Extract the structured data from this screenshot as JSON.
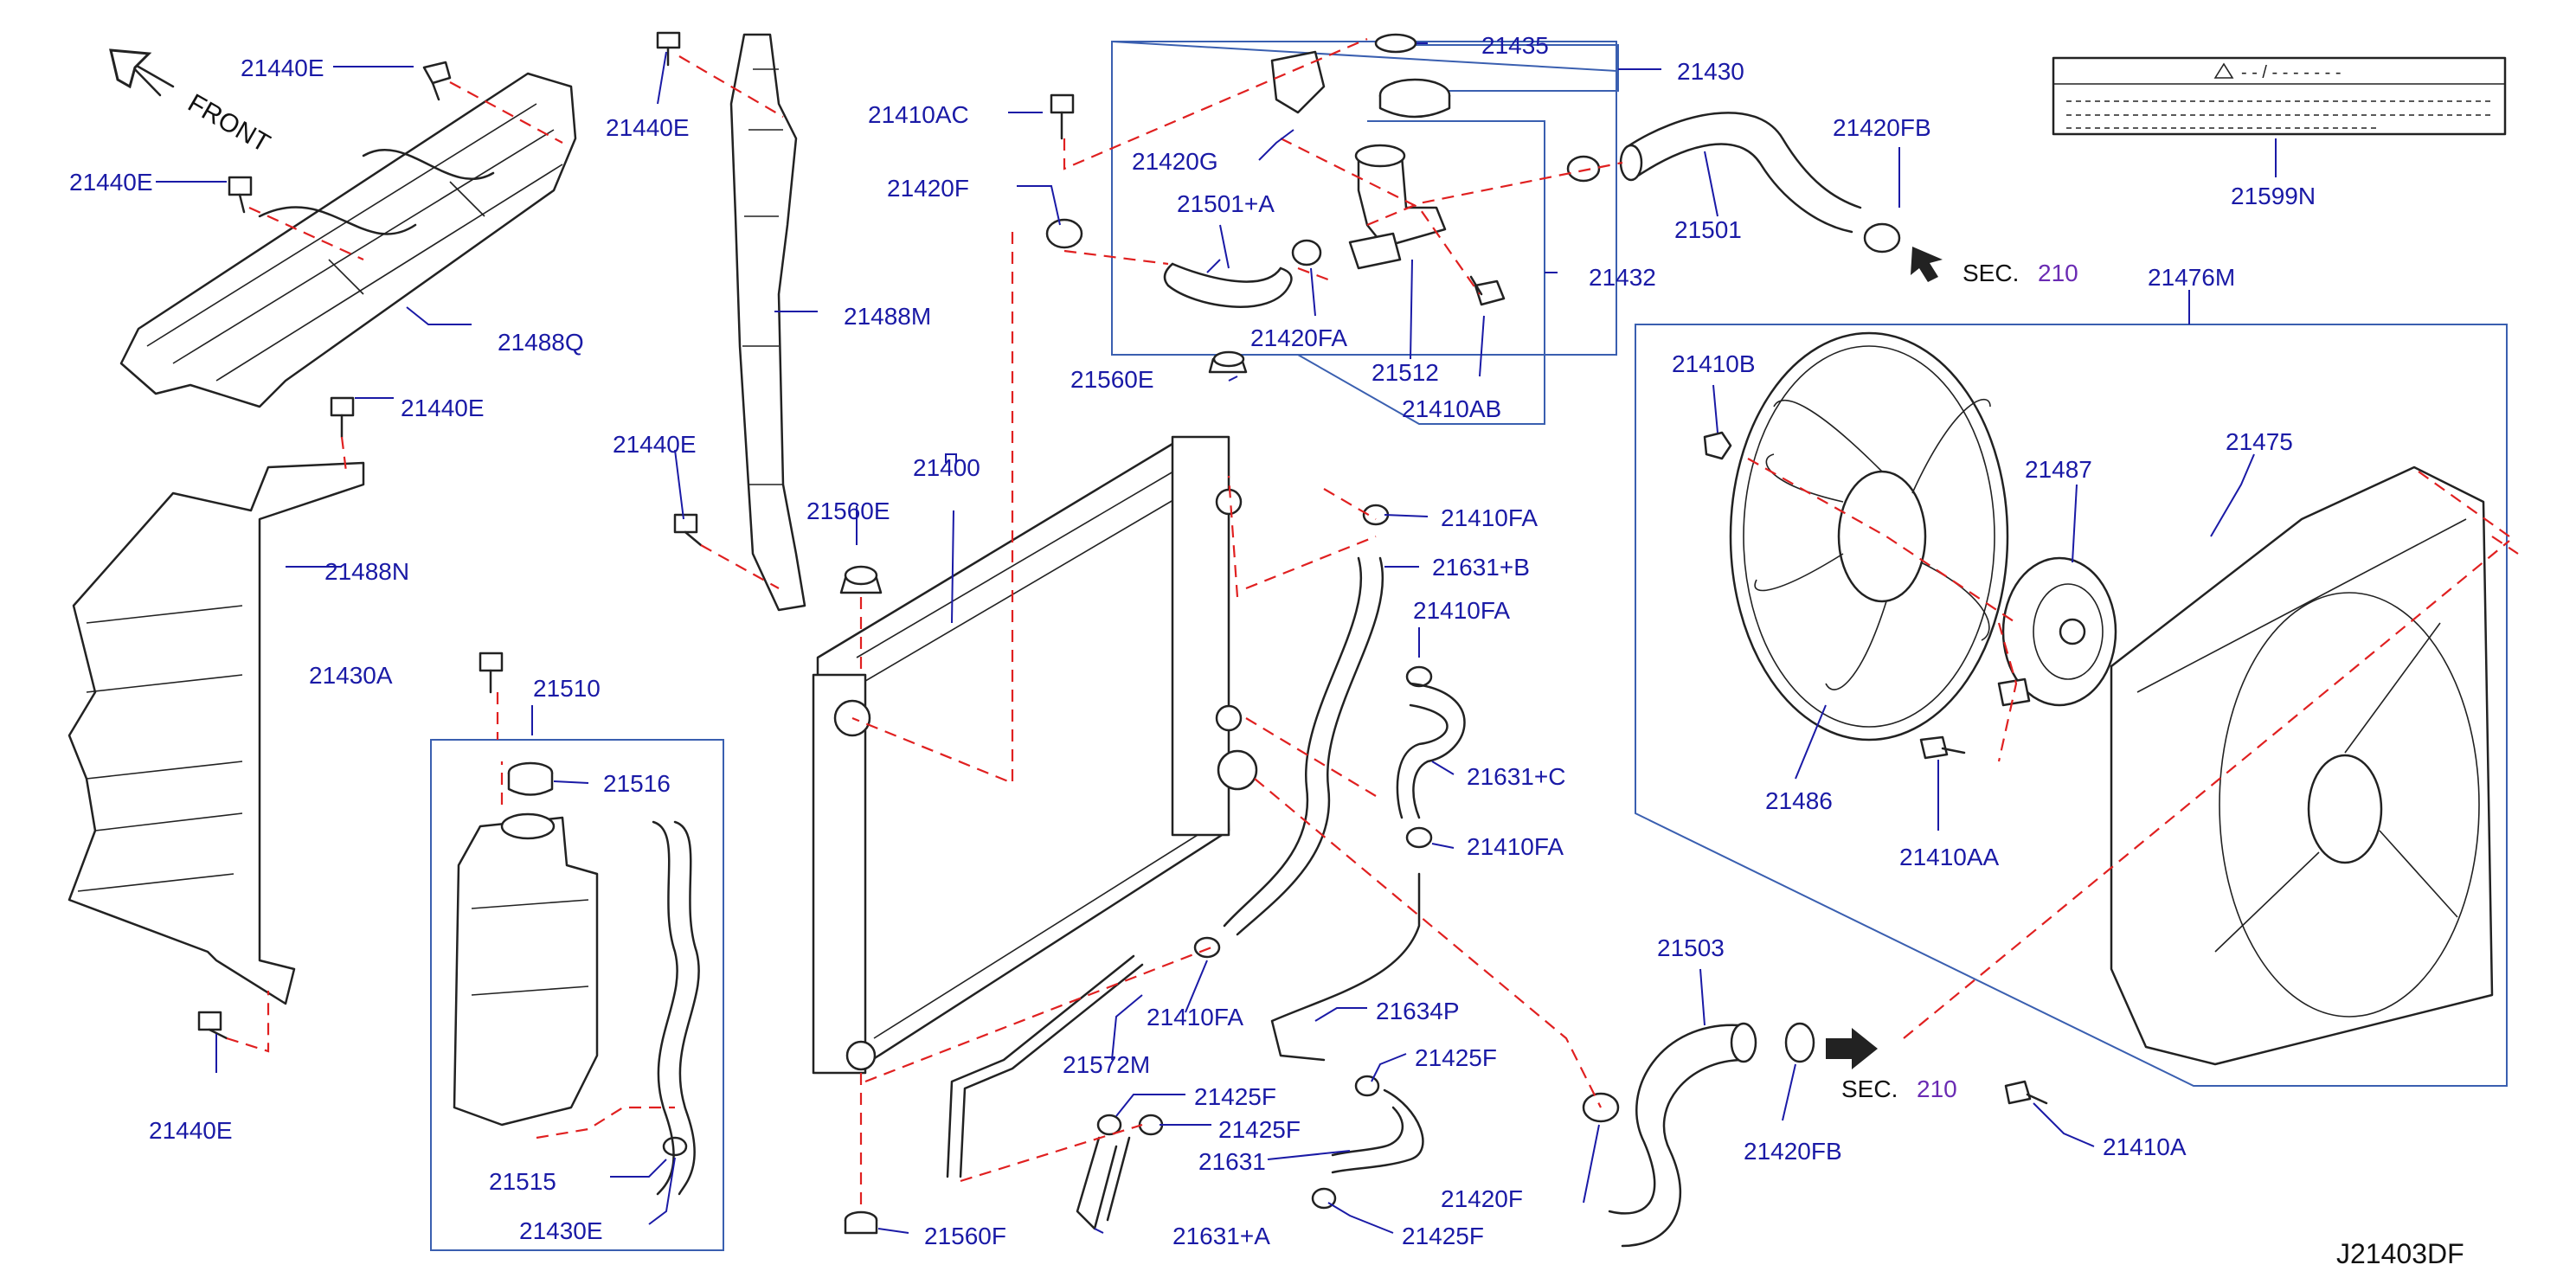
{
  "diagram": {
    "labels": {
      "p21440E_a": "21440E",
      "p21440E_b": "21440E",
      "p21440E_c": "21440E",
      "p21440E_d": "21440E",
      "p21440E_e": "21440E",
      "p21440E_f": "21440E",
      "p21488Q": "21488Q",
      "p21488M": "21488M",
      "p21488N": "21488N",
      "p21410AC": "21410AC",
      "p21420F_top": "21420F",
      "p21420G": "21420G",
      "p21501A": "21501+A",
      "p21420FA_top": "21420FA",
      "p21512": "21512",
      "p21410AB": "21410AB",
      "p21435": "21435",
      "p21430": "21430",
      "p21432": "21432",
      "p21501": "21501",
      "p21420FB_top": "21420FB",
      "p21599N": "21599N",
      "p21476M": "21476M",
      "p21410B": "21410B",
      "p21487": "21487",
      "p21475": "21475",
      "p21486": "21486",
      "p21410AA": "21410AA",
      "p21560E_top": "21560E",
      "p21400": "21400",
      "p21560E_mid": "21560E",
      "p21410FA_1": "21410FA",
      "p21631B": "21631+B",
      "p21410FA_2": "21410FA",
      "p21631C": "21631+C",
      "p21410FA_3": "21410FA",
      "p21430A": "21430A",
      "p21510": "21510",
      "p21516": "21516",
      "p21515": "21515",
      "p21430E": "21430E",
      "p21560F": "21560F",
      "p21410FA_4": "21410FA",
      "p21572M": "21572M",
      "p21634P": "21634P",
      "p21425F_1": "21425F",
      "p21425F_2": "21425F",
      "p21425F_3": "21425F",
      "p21425F_4": "21425F",
      "p21631": "21631",
      "p21631A": "21631+A",
      "p21420F_bot": "21420F",
      "p21503": "21503",
      "p21420FB_bot": "21420FB",
      "p21410A": "21410A"
    },
    "front_label": "FRONT",
    "sec_top": {
      "text": "SEC.",
      "ref": "210"
    },
    "sec_bottom": {
      "text": "SEC.",
      "ref": "210"
    },
    "warning_label": {
      "line1": "- - / - - - - - - -"
    },
    "drawing_code": "J21403DF"
  },
  "colors": {
    "label": "#1a1aa6",
    "leader_dash": "#e02020",
    "group_box": "#3a5fb0",
    "sec_ref": "#6a2bb3"
  }
}
